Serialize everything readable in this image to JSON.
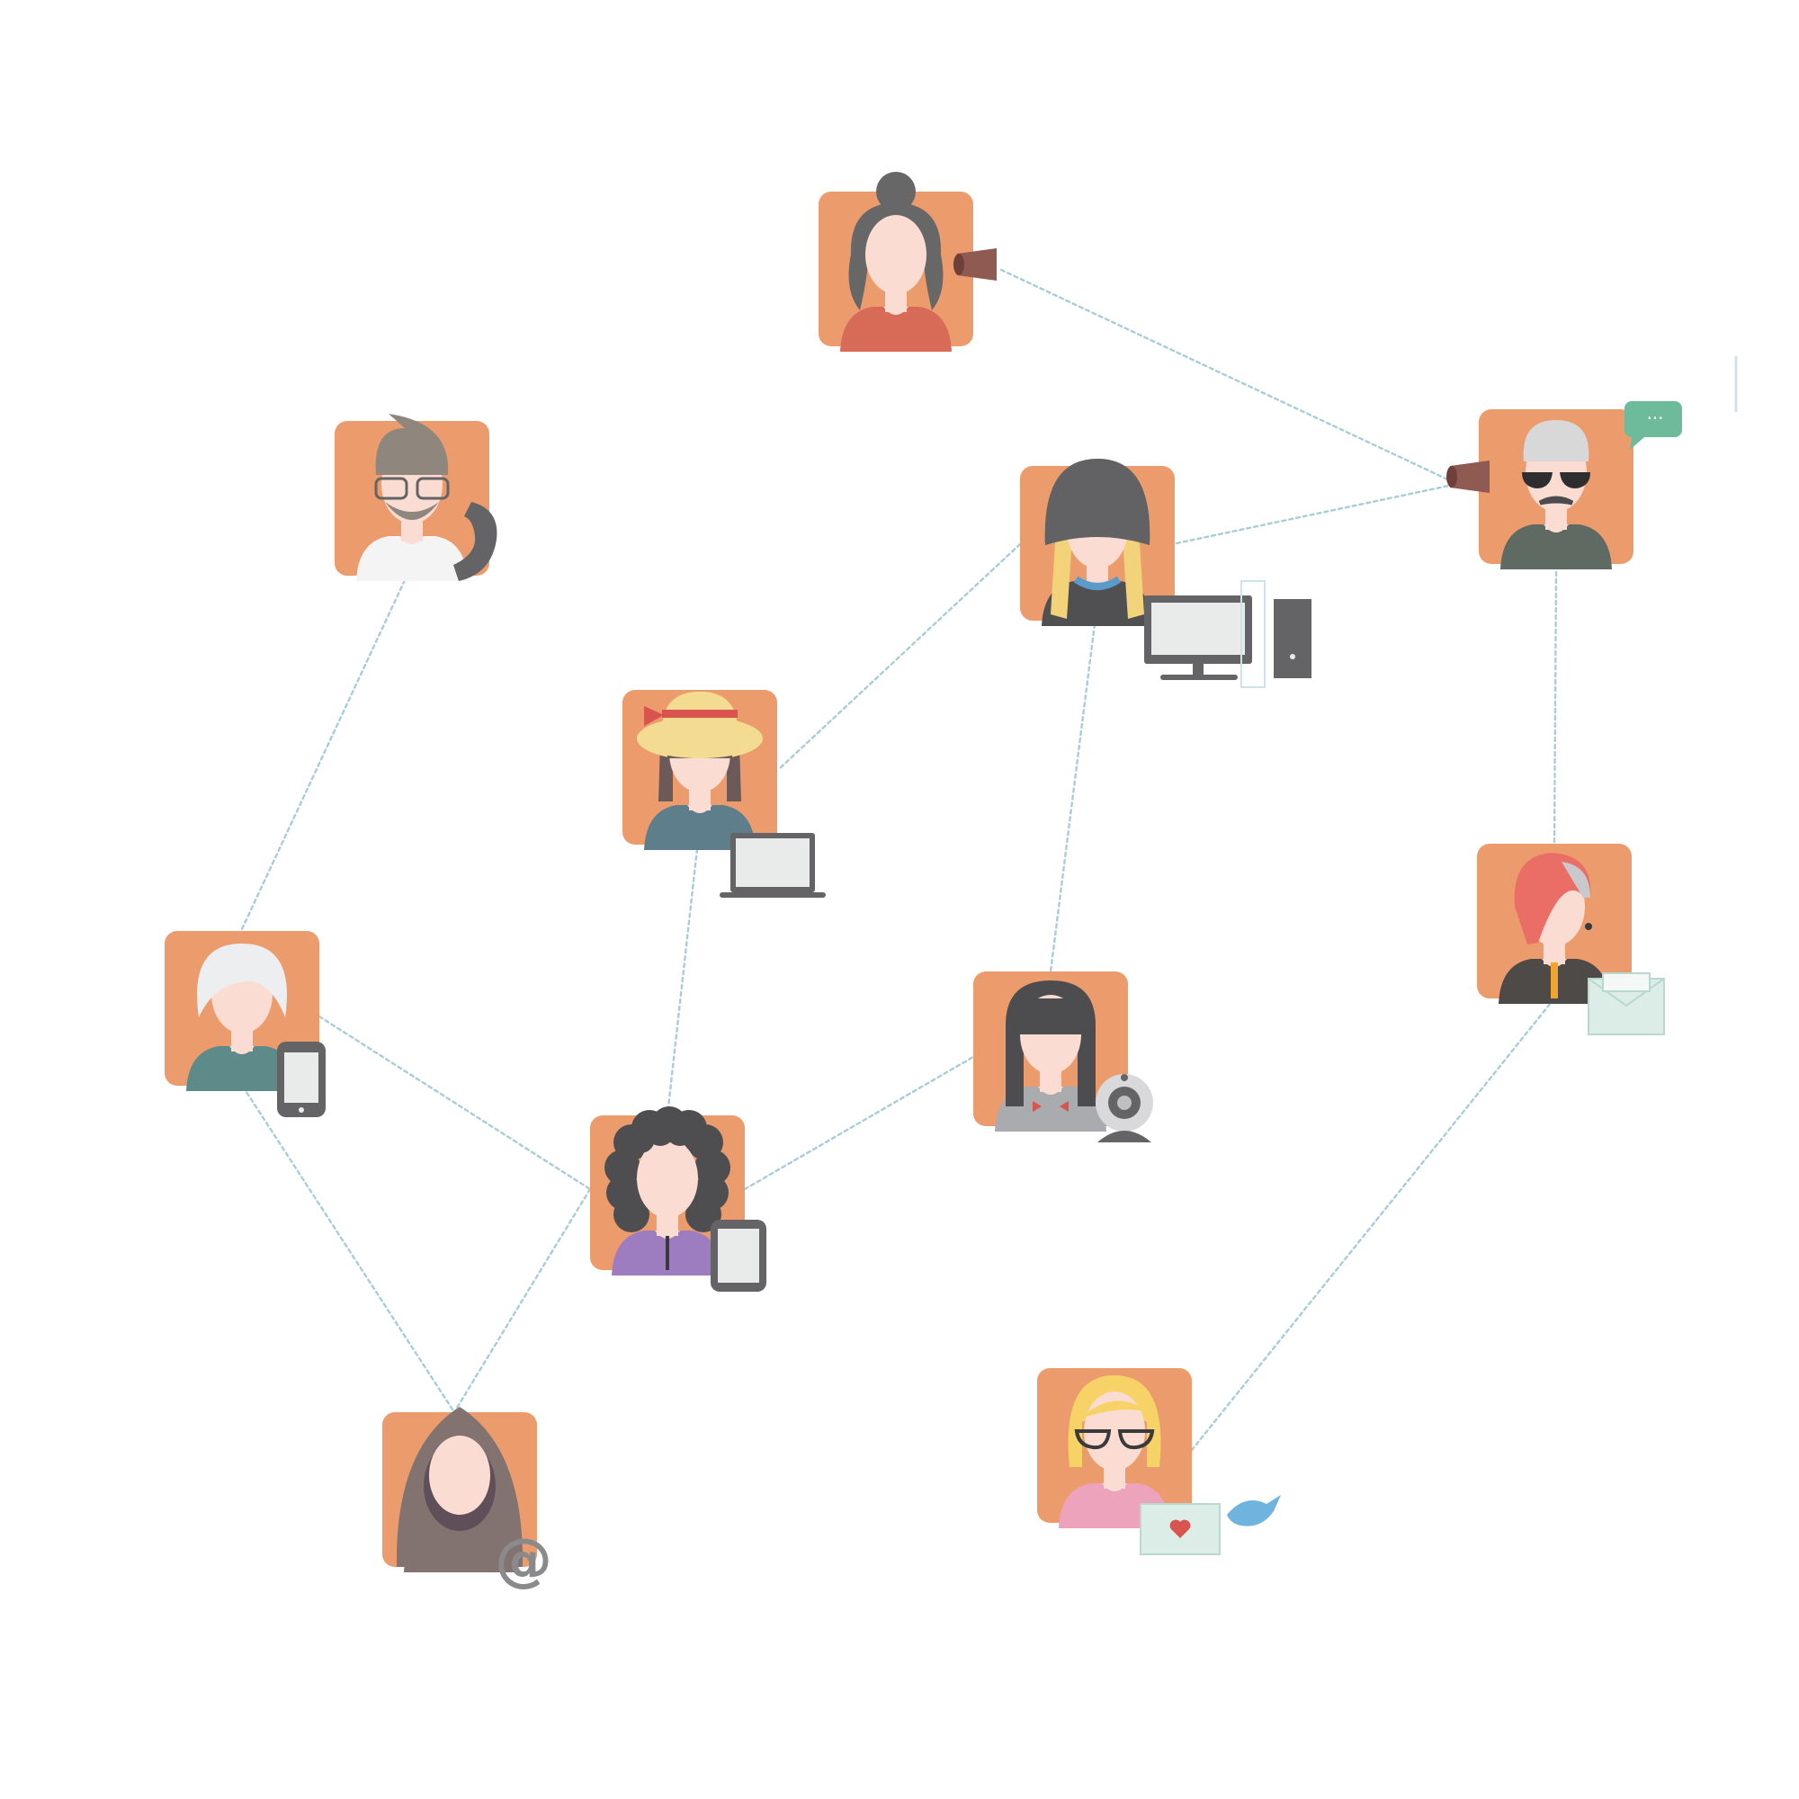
{
  "colors": {
    "tile": "#EC9C6C",
    "skin": "#FBDCD2",
    "link": "#A9CDD6",
    "device": "#646466",
    "screen": "#E9EAEA",
    "email_glyph": "#8A8A8C"
  },
  "diagram": {
    "nodes": [
      {
        "id": "woman-updo",
        "hair": "#676767",
        "shirt": "#D86B57",
        "device": "cup-phone-icon"
      },
      {
        "id": "man-glasses",
        "hair": "#8F877E",
        "shirt": "#F4F4F4",
        "device": "telephone-handset-icon"
      },
      {
        "id": "woman-beanie",
        "hair": "#F3D37A",
        "shirt": "#505052",
        "hat": "#626264",
        "device": "desktop-computer-icon"
      },
      {
        "id": "man-sunglasses",
        "hair": "#D8D8D8",
        "shirt": "#5E6A62",
        "device": "cup-phone-icon"
      },
      {
        "id": "girl-straw-hat",
        "hair": "#6B5A57",
        "shirt": "#5F7E8C",
        "hat": "#F3DC92",
        "device": "laptop-icon"
      },
      {
        "id": "woman-white-hair",
        "hair": "#EDEEEF",
        "shirt": "#5C8B89",
        "device": "smartphone-icon"
      },
      {
        "id": "woman-long-black-hair",
        "hair": "#4D4D4F",
        "shirt": "#A9ABAE",
        "device": "webcam-icon"
      },
      {
        "id": "woman-red-hair",
        "hair": "#EA6E66",
        "shirt": "#4E4A47",
        "device": "email-envelope-icon"
      },
      {
        "id": "man-curly-hair",
        "hair": "#4E4E50",
        "shirt": "#9E7CC0",
        "device": "tablet-icon"
      },
      {
        "id": "person-hood",
        "hair": "#755E86",
        "shirt": "#837370",
        "device": "at-sign-icon"
      },
      {
        "id": "woman-blonde-glasses",
        "hair": "#F7D367",
        "shirt": "#EEA3BD",
        "device": "love-letter-icon"
      }
    ],
    "links": [
      [
        "woman-updo",
        "man-sunglasses"
      ],
      [
        "woman-beanie",
        "man-sunglasses"
      ],
      [
        "woman-beanie",
        "girl-straw-hat"
      ],
      [
        "woman-beanie",
        "woman-long-black-hair"
      ],
      [
        "man-sunglasses",
        "woman-red-hair"
      ],
      [
        "man-glasses",
        "woman-white-hair"
      ],
      [
        "girl-straw-hat",
        "man-curly-hair"
      ],
      [
        "woman-white-hair",
        "man-curly-hair"
      ],
      [
        "woman-white-hair",
        "person-hood"
      ],
      [
        "man-curly-hair",
        "woman-long-black-hair"
      ],
      [
        "man-curly-hair",
        "person-hood"
      ],
      [
        "woman-red-hair",
        "woman-blonde-glasses"
      ]
    ]
  },
  "glyphs": {
    "at_sign": "@",
    "chat_dots": "···"
  }
}
